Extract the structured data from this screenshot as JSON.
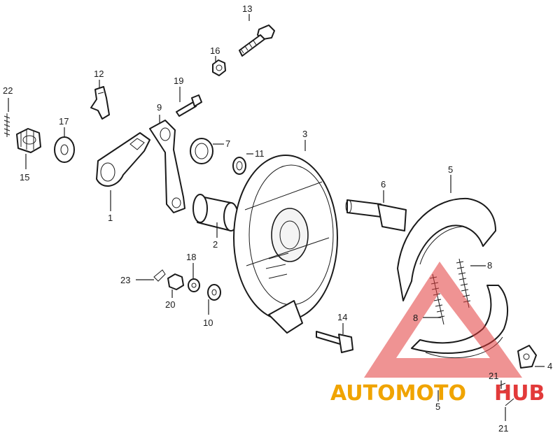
{
  "labels": {
    "p1": "1",
    "p2": "2",
    "p3": "3",
    "p4": "4",
    "p5a": "5",
    "p5b": "5",
    "p6": "6",
    "p7": "7",
    "p8a": "8",
    "p8b": "8",
    "p9": "9",
    "p10": "10",
    "p11": "11",
    "p12": "12",
    "p13": "13",
    "p14": "14",
    "p15": "15",
    "p16": "16",
    "p17": "17",
    "p18": "18",
    "p19": "19",
    "p20": "20",
    "p21a": "21",
    "p21b": "21",
    "p22": "22",
    "p23": "23"
  },
  "watermark": {
    "part1": "AUTOMOTO",
    "part2": "HUB",
    "color_main": "#f0a400",
    "color_accent": "#e23a3a"
  },
  "colors": {
    "ink": "#1a1a1a",
    "background": "#ffffff"
  }
}
